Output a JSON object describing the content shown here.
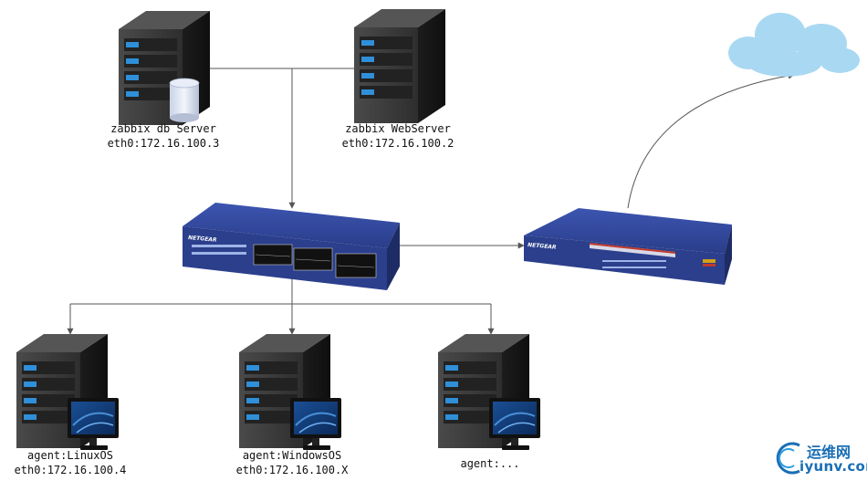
{
  "nodes": {
    "db_server": {
      "name": "zabbix db Server",
      "ip": "eth0:172.16.100.3"
    },
    "web_server": {
      "name": "zabbix WebServer",
      "ip": "eth0:172.16.100.2"
    },
    "agent_linux": {
      "name": "agent:LinuxOS",
      "ip": "eth0:172.16.100.4"
    },
    "agent_windows": {
      "name": "agent:WindowsOS",
      "ip": "eth0:172.16.100.X"
    },
    "agent_more": {
      "name": "agent:..."
    }
  },
  "switch": {
    "brand": "NETGEAR"
  },
  "router": {
    "brand": "NETGEAR"
  },
  "watermark": {
    "cn": "运维网",
    "en": "iyunv.com"
  },
  "colors": {
    "server_body": "#3a3a3a",
    "server_led": "#2f8fd8",
    "switch_blue": "#2b3f8c",
    "cloud": "#a9d8f2",
    "line": "#555555",
    "watermark": "#1a6fb5"
  }
}
